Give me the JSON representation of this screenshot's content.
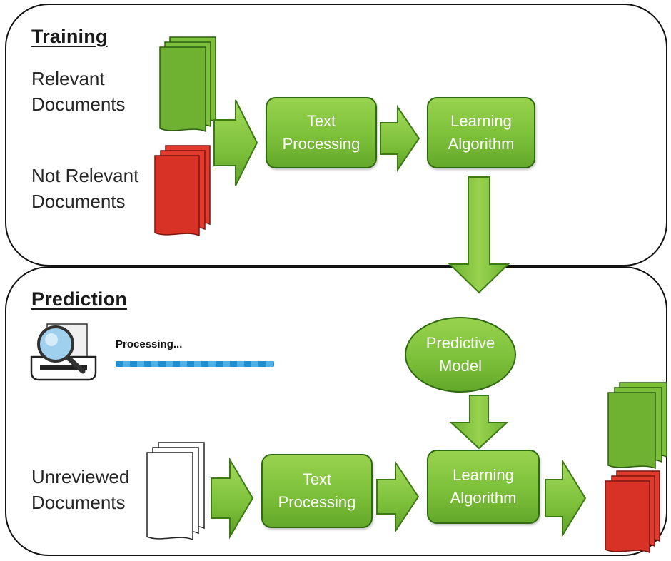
{
  "colors": {
    "green_fill": "#7cc03a",
    "green_stroke": "#2f6a10",
    "red_fill": "#e23b2e",
    "white_doc": "#ffffff",
    "progress_blue": "#1f8fd0"
  },
  "training": {
    "title": "Training",
    "relevant_label": [
      "Relevant",
      "Documents"
    ],
    "not_relevant_label": [
      "Not Relevant",
      "Documents"
    ],
    "text_processing": [
      "Text",
      "Processing"
    ],
    "learning_algorithm": [
      "Learning",
      "Algorithm"
    ]
  },
  "prediction": {
    "title": "Prediction",
    "processing_text": "Processing...",
    "progress_fraction": 1.0,
    "predictive_model": [
      "Predictive",
      "Model"
    ],
    "unreviewed_label": [
      "Unreviewed",
      "Documents"
    ],
    "text_processing": [
      "Text",
      "Processing"
    ],
    "learning_algorithm": [
      "Learning",
      "Algorithm"
    ]
  },
  "icons": {
    "magnifier": "magnifier-printer-icon",
    "doc_stack": "document-stack-icon",
    "arrow": "right-arrow-icon"
  }
}
